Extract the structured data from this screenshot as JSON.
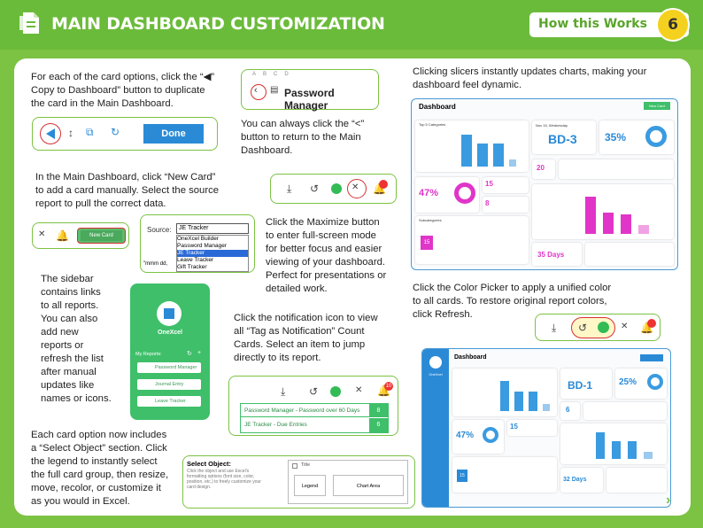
{
  "header": {
    "title": "MAIN DASHBOARD CUSTOMIZATION",
    "how_label": "How this Works",
    "step": "6"
  },
  "notes": {
    "copy": [
      "For each of the card options, click the “◀”",
      "Copy to Dashboard” button to duplicate",
      "the card in the Main Dashboard."
    ],
    "done_label": "Done",
    "back_desc": [
      "You can always click the “<”",
      "button to return to the Main",
      "Dashboard."
    ],
    "pm_label": "Password Manager",
    "col_letters": [
      "A",
      "B",
      "C",
      "D"
    ],
    "new_card": [
      "In the Main Dashboard, click “New Card”",
      "to add a card manually. Select the source",
      "report to pull the correct data."
    ],
    "new_card_btn": "New Card",
    "source_label": "Source:",
    "source_value": "JE Tracker",
    "source_options": [
      "OneXcel Builder",
      "Password Manager",
      "JE Tracker",
      "Leave Tracker",
      "Gift Tracker"
    ],
    "source_frag": "\"mmm dd,",
    "maximize": [
      "Click the Maximize button",
      "to enter full-screen mode",
      "for better focus and easier",
      "viewing of your dashboard.",
      "Perfect for presentations or",
      "detailed work."
    ],
    "sidebar": [
      "The sidebar",
      "contains links",
      "to all reports.",
      "You can also",
      "add new",
      "reports or",
      "refresh the list",
      "after manual",
      "updates like",
      "names or icons."
    ],
    "sb_app": "OneXcel",
    "sb_reports": "My Reports:",
    "sb_items": [
      "Password Manager",
      "Journal Entry",
      "Leave Tracker"
    ],
    "notif": [
      "Click the notification icon to view",
      "all “Tag as Notification” Count",
      "Cards. Select an item to jump",
      "directly to its report."
    ],
    "notif_badge": "10",
    "notif_rows": [
      {
        "label": "Password Manager - Password over 60 Days",
        "count": "8"
      },
      {
        "label": "JE Tracker - Due Entries",
        "count": "6"
      }
    ],
    "select_obj": [
      "Each card option now includes",
      "a “Select Object” section. Click",
      "the legend to instantly select",
      "the full card group, then resize,",
      "move, recolor, or customize it",
      "as you would in Excel."
    ],
    "so_title": "Select Object:",
    "so_desc": [
      "Click the object and use Excel's",
      "formatting options (font size, color,",
      "position, etc.) to freely customize your",
      "card design."
    ],
    "so_check": "Title",
    "so_legend": "Legend",
    "so_chart": "Chart Area",
    "slicers": [
      "Clicking slicers instantly updates charts, making your",
      "dashboard feel dynamic."
    ],
    "color": [
      "Click the Color Picker to apply a unified color",
      "to all cards. To restore original report colors,",
      "click Refresh."
    ]
  },
  "dash1": {
    "title": "Dashboard",
    "new": "New Card",
    "date_label": "Nov 15, Wednesday",
    "date_big": "BD-3",
    "pct": "35%",
    "pct2": "47%",
    "n1": "15",
    "n2": "8",
    "n3": "20",
    "n4": "15",
    "days": "35 Days",
    "top_cat": "Top 5 Categories",
    "sub": "Subcategories"
  },
  "dash2": {
    "title": "Dashboard",
    "date_big": "BD-1",
    "pct": "25%",
    "pct2": "47%",
    "n1": "15",
    "n2": "6",
    "n3": "15",
    "days": "32 Days",
    "app": "OneXcel"
  }
}
